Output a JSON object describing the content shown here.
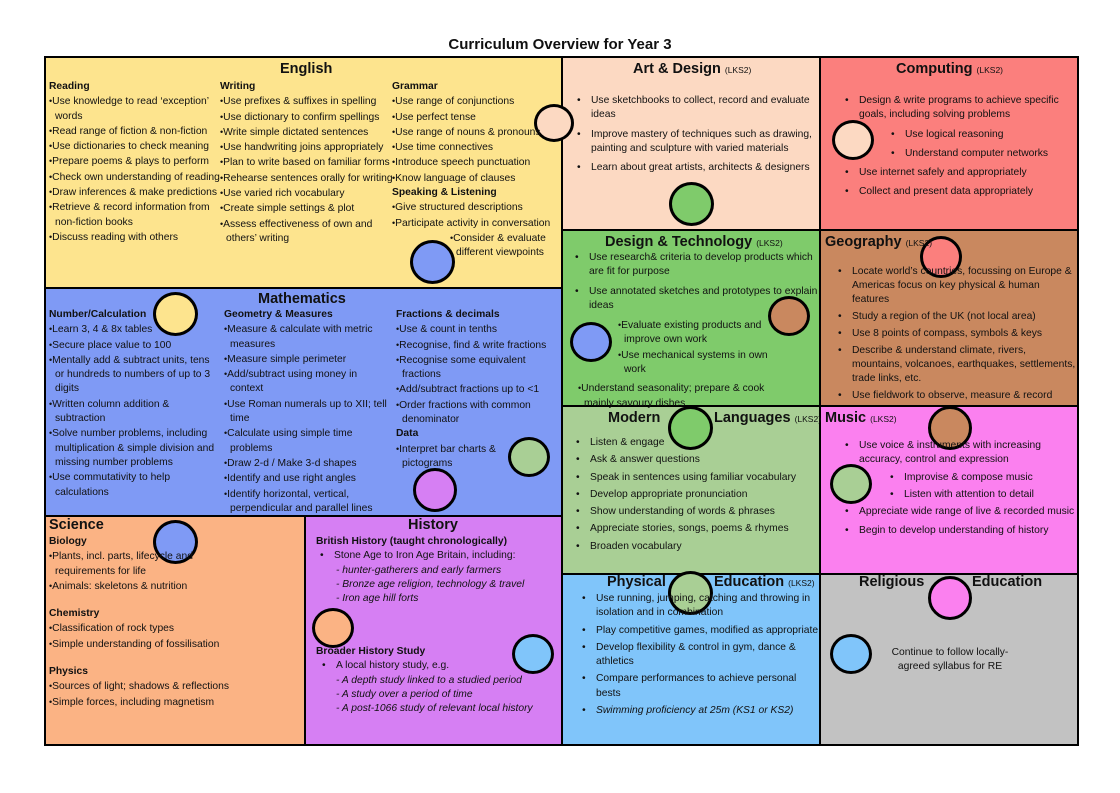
{
  "title": "Curriculum Overview for Year 3",
  "english": {
    "heading": "English",
    "reading": {
      "heading": "Reading",
      "items": [
        "Use knowledge to read ‘exception’ words",
        "Read range of fiction & non-fiction",
        "Use dictionaries to check meaning",
        "Prepare poems & plays to perform",
        "Check own understanding of reading",
        "Draw inferences & make predictions",
        "Retrieve & record information from non-fiction books",
        "Discuss reading with others"
      ]
    },
    "writing": {
      "heading": "Writing",
      "items": [
        "Use prefixes & suffixes in spelling",
        "Use dictionary to confirm spellings",
        "Write simple dictated sentences",
        "Use handwriting joins appropriately",
        "Plan to write based on familiar forms",
        "Rehearse sentences orally for writing",
        "Use varied rich vocabulary",
        "Create simple settings & plot",
        "Assess effectiveness of own and others’ writing"
      ]
    },
    "grammar": {
      "heading": "Grammar",
      "items": [
        "Use range of conjunctions",
        "Use perfect tense",
        "Use range of nouns & pronouns",
        "Use time connectives",
        "Introduce speech punctuation",
        "Know language of clauses"
      ]
    },
    "speaking": {
      "heading": "Speaking & Listening",
      "items": [
        "Give structured descriptions",
        "Participate activity in conversation"
      ],
      "extra": [
        "Consider & evaluate different viewpoints"
      ]
    }
  },
  "maths": {
    "heading": "Mathematics",
    "number": {
      "heading": "Number/Calculation",
      "items": [
        "Learn 3, 4 & 8x tables",
        "Secure place value to 100",
        "Mentally add & subtract units, tens or hundreds to numbers of up to 3 digits",
        "Written column addition & subtraction",
        "Solve number problems, including multiplication & simple division and missing number problems",
        "Use commutativity to help calculations"
      ]
    },
    "geometry": {
      "heading": "Geometry & Measures",
      "items": [
        "Measure & calculate with metric measures",
        "Measure simple perimeter",
        "Add/subtract using money in context",
        "Use Roman numerals up to XII; tell time",
        "Calculate using simple time problems",
        "Draw 2-d / Make 3-d shapes",
        "Identify and use right angles",
        "Identify horizontal, vertical, perpendicular and parallel lines"
      ]
    },
    "fractions": {
      "heading": "Fractions & decimals",
      "items": [
        "Use & count in tenths",
        "Recognise, find & write fractions",
        "Recognise some equivalent fractions",
        "Add/subtract fractions up to <1",
        "Order fractions with common denominator"
      ]
    },
    "data": {
      "heading": "Data",
      "items": [
        "Interpret bar charts & pictograms"
      ]
    }
  },
  "science": {
    "heading": "Science",
    "biology": {
      "heading": "Biology",
      "items": [
        "Plants, incl. parts, lifecycle and requirements for life",
        "Animals: skeletons & nutrition"
      ]
    },
    "chemistry": {
      "heading": "Chemistry",
      "items": [
        "Classification of rock types",
        "Simple understanding of fossilisation"
      ]
    },
    "physics": {
      "heading": "Physics",
      "items": [
        "Sources of light; shadows & reflections",
        "Simple forces, including magnetism"
      ]
    }
  },
  "history": {
    "heading": "History",
    "british": {
      "heading": "British History (taught chronologically)",
      "items": [
        "Stone Age to Iron Age Britain, including:"
      ],
      "sub": [
        "- hunter-gatherers and early farmers",
        "- Bronze age religion, technology & travel",
        "- Iron age hill forts"
      ]
    },
    "broader": {
      "heading": "Broader History Study",
      "items": [
        "A local history study, e.g."
      ],
      "sub": [
        "- A depth study linked to a studied period",
        "- A study over a period of time",
        "- A post-1066 study of relevant local history"
      ]
    }
  },
  "art": {
    "heading": "Art & Design",
    "tag": "(LKS2)",
    "items": [
      "Use sketchbooks to collect, record and evaluate ideas",
      "Improve mastery of techniques such as drawing, painting and sculpture with varied materials",
      "Learn about great artists, architects & designers"
    ]
  },
  "computing": {
    "heading": "Computing",
    "tag": "(LKS2)",
    "items": [
      "Design & write programs to achieve specific goals, including solving problems"
    ],
    "sub": [
      "Use logical reasoning",
      "Understand computer networks"
    ],
    "items2": [
      "Use internet safely and appropriately",
      "Collect and present data appropriately"
    ]
  },
  "dt": {
    "heading": "Design & Technology",
    "tag": "(LKS2)",
    "items": [
      "Use research& criteria to develop products which are fit for purpose",
      "Use annotated sketches and prototypes to explain ideas"
    ],
    "sub": [
      "Evaluate existing products and improve own work",
      "Use mechanical systems in own work"
    ],
    "items2": [
      "Understand seasonality; prepare & cook mainly savoury dishes"
    ]
  },
  "geography": {
    "heading": "Geography",
    "tag": "(LKS2)",
    "items": [
      "Locate world’s countries, focussing on Europe & Americas focus on key physical & human features",
      "Study a region of the UK (not local area)",
      "Use 8 points of compass, symbols & keys",
      "Describe & understand climate, rivers, mountains, volcanoes, earthquakes, settlements, trade links, etc.",
      "Use fieldwork to observe, measure & record"
    ]
  },
  "mfl": {
    "heading1": "Modern",
    "heading2": "Languages",
    "tag": "(LKS2)",
    "items": [
      "Listen & engage",
      "Ask & answer questions",
      "Speak in sentences using familiar vocabulary",
      "Develop appropriate pronunciation",
      "Show understanding of words & phrases",
      "Appreciate stories, songs, poems & rhymes",
      "Broaden vocabulary"
    ]
  },
  "music": {
    "heading": "Music",
    "tag": "(LKS2)",
    "items": [
      "Use voice & instruments with increasing accuracy, control and expression"
    ],
    "sub": [
      "Improvise & compose music",
      "Listen with attention to detail"
    ],
    "items2": [
      "Appreciate wide range of live & recorded music",
      "Begin to develop understanding of history"
    ]
  },
  "pe": {
    "heading1": "Physical",
    "heading2": "Education",
    "tag": "(LKS2)",
    "items": [
      "Use running, jumping, catching and throwing in isolation and in combination",
      "Play competitive games, modified as appropriate",
      "Develop flexibility & control in gym, dance & athletics",
      "Compare performances to achieve personal bests"
    ],
    "italic": [
      "Swimming proficiency at 25m (KS1 or KS2)"
    ]
  },
  "re": {
    "heading1": "Religious",
    "heading2": "Education",
    "text": "Continue to follow locally-agreed syllabus for RE"
  },
  "colors": {
    "english": "#fde48e",
    "maths": "#7f9af5",
    "science": "#fbb384",
    "history": "#d67ff3",
    "art": "#fcd9c2",
    "computing": "#fb7f7d",
    "dt": "#7fcb6b",
    "geography": "#c9885f",
    "mfl": "#a9cf95",
    "music": "#fb80ef",
    "pe": "#80c5fa",
    "re": "#c2c2c2"
  }
}
